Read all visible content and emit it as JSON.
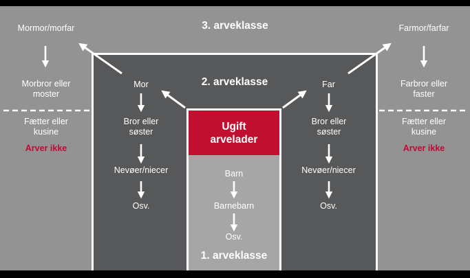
{
  "colors": {
    "background": "#939393",
    "panel_dark": "#57585a",
    "panel_light": "#a6a6a6",
    "red": "#c10f30",
    "note_red": "#c00a33",
    "line_white": "#ffffff",
    "bar_black": "#000000"
  },
  "classes": {
    "third": "3. arveklasse",
    "second": "2. arveklasse",
    "first": "1. arveklasse"
  },
  "maternal_side": {
    "grandparents": "Mormor/morfar",
    "uncles_aunts": "Morbror eller moster",
    "cousins": "Fætter eller kusine",
    "note": "Arver ikke"
  },
  "paternal_side": {
    "grandparents": "Farmor/farfar",
    "uncles_aunts": "Farbror eller faster",
    "cousins": "Fætter eller kusine",
    "note": "Arver ikke"
  },
  "mother_branch": {
    "parent": "Mor",
    "siblings": "Bror eller søster",
    "nephews_nieces": "Nevøer/niecer",
    "etc": "Osv."
  },
  "father_branch": {
    "parent": "Far",
    "siblings": "Bror eller søster",
    "nephews_nieces": "Nevøer/niecer",
    "etc": "Osv."
  },
  "center_line": {
    "deceased": "Ugift arvelader",
    "child": "Barn",
    "grandchild": "Barnebarn",
    "etc": "Osv."
  }
}
